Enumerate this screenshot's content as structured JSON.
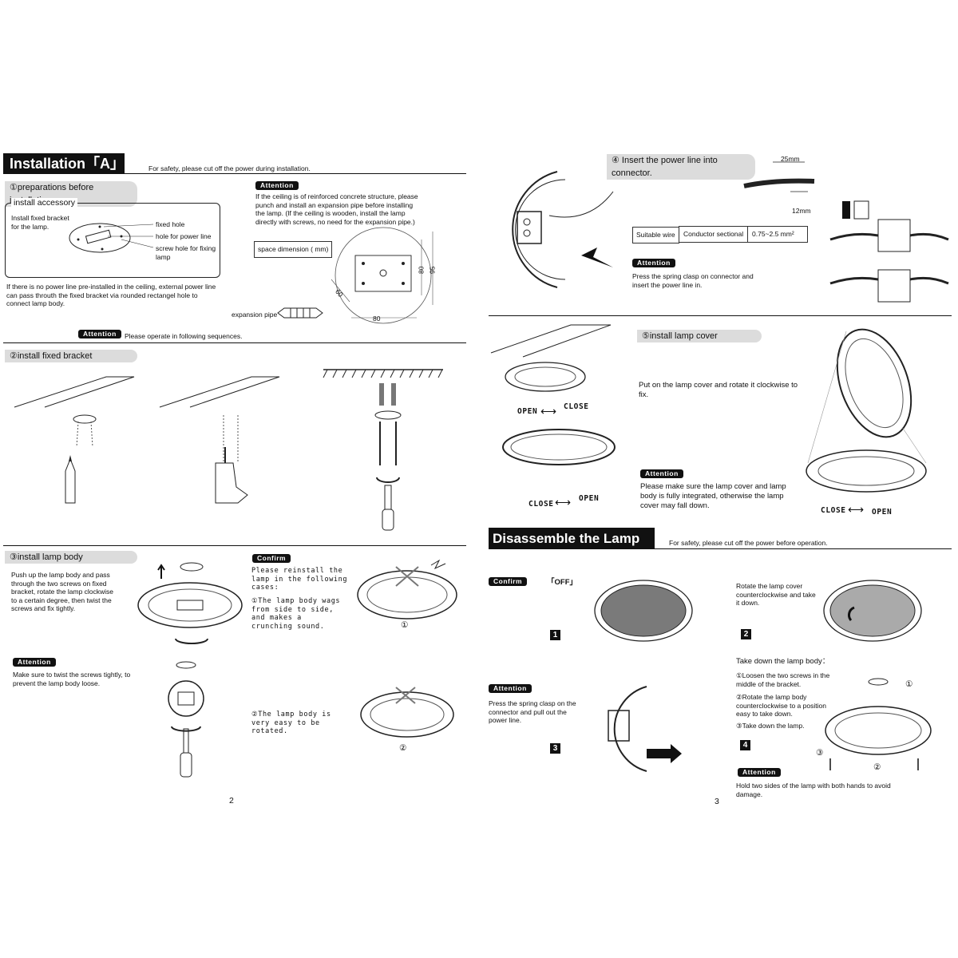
{
  "left": {
    "title": "Installation「A」",
    "safety": "For safety, please cut off the power during installation.",
    "s1": {
      "label": "①preparations before installation",
      "accessory_title": "install accessory",
      "accessory_desc": "Install fixed bracket for the lamp.",
      "callouts": [
        "fixed hole",
        "hole for power line",
        "screw hole for fixing lamp"
      ],
      "note": "If there is no power line pre-installed in the ceiling, external power line can pass throuth the fixed bracket via rounded rectangel hole to connect lamp body.",
      "attention_tag": "Attention",
      "attention_text": "If the ceiling is of reinforced concrete structure, please punch and install an expansion pipe before installing the lamp. (If the ceiling is wooden, install the lamp directly with screws, no need for the expansion pipe.)",
      "space_dim": "space dimension ( mm)",
      "dims": [
        "80",
        "95",
        "60",
        "80"
      ],
      "expansion_pipe": "expansion pipe",
      "seq_tag": "Attention",
      "seq_text": "Please operate in following sequences."
    },
    "s2": {
      "label": "②install fixed bracket"
    },
    "s3": {
      "label": "③install lamp body",
      "text": "Push up the lamp body and pass through the two screws on fixed bracket, rotate the lamp clockwise to a certain degree, then twist the screws and fix tightly.",
      "confirm_tag": "Confirm",
      "confirm_text": "Please reinstall the lamp in the following cases:",
      "case1": "①The lamp body wags from side to side, and makes a crunching sound.",
      "case2": "②The lamp body is very easy to be rotated.",
      "num1": "①",
      "num2": "②",
      "attention_tag": "Attention",
      "attention_text": "Make sure to twist the screws tightly, to prevent the lamp body loose."
    },
    "page": "2"
  },
  "right": {
    "s4": {
      "label": "④ Insert the power line into connector.",
      "dim_25": "25mm",
      "dim_12": "12mm",
      "suitable": "Suitable wire",
      "conductor": "Conductor sectional",
      "range": "0.75~2.5 mm²",
      "attention_tag": "Attention",
      "attention_text": "Press the spring clasp on connector and insert the power line in."
    },
    "s5": {
      "label": "⑤install lamp cover",
      "text": "Put on the lamp cover and rotate it clockwise to fix.",
      "open1": "OPEN",
      "close1": "CLOSE",
      "close2": "CLOSE",
      "open2": "OPEN",
      "close3": "CLOSE",
      "open3": "OPEN",
      "attention_tag": "Attention",
      "attention_text": "Please make sure the lamp cover and lamp body is fully integrated, otherwise the lamp cover may fall down."
    },
    "dis": {
      "title": "Disassemble the Lamp",
      "safety": "For safety, please cut off the power before operation.",
      "confirm_tag": "Confirm",
      "off": "「OFF」",
      "step1": "1",
      "step2": "2",
      "step2_text": "Rotate the lamp cover counterclockwise and take it down.",
      "attention3_tag": "Attention",
      "step3_text": "Press the spring clasp on the connector and pull out the power line.",
      "step3": "3",
      "take_title": "Take down the lamp body：",
      "t1": "①Loosen the two screws in the middle of the bracket.",
      "t2": "②Rotate the lamp body counterclockwise to a position easy to take down.",
      "t3": "③Take down the lamp.",
      "step4": "4",
      "d1": "①",
      "d2": "②",
      "d3": "③",
      "attention4_tag": "Attention",
      "attention4_text": "Hold two sides of the lamp with both hands to avoid damage."
    },
    "page": "3"
  }
}
